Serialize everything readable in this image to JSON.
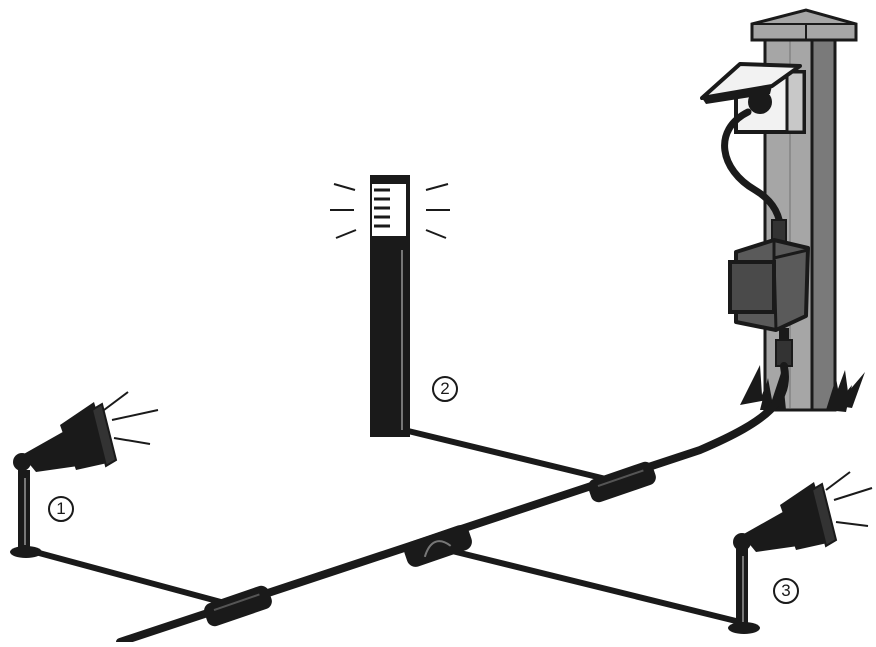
{
  "colors": {
    "cable": "#1a1a1a",
    "post": "#a6a6a6",
    "post_shadow": "#7a7a7a",
    "transformer": "#4a4a4a",
    "socket": "#f2f2f2"
  },
  "labels": {
    "spot_light_1": "1",
    "bollard_light_2": "2",
    "spot_light_3": "3"
  },
  "icons": [
    "spot-light-icon",
    "bollard-light-icon",
    "outdoor-socket-icon",
    "transformer-icon",
    "cable-connector-icon"
  ]
}
